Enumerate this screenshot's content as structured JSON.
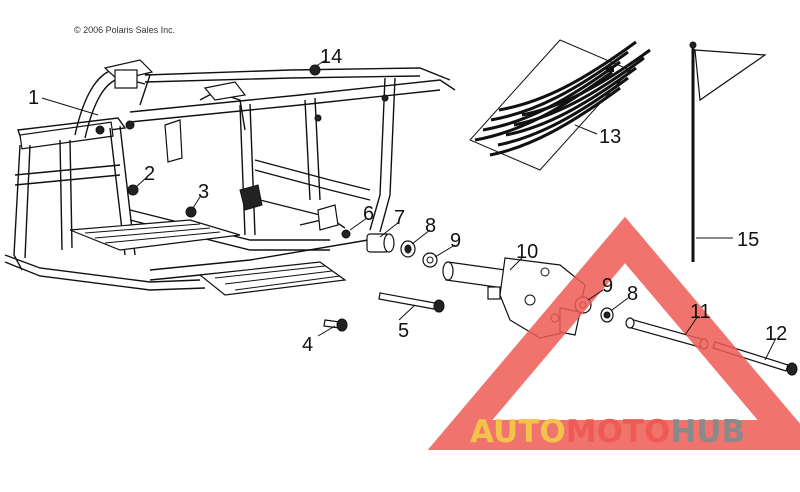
{
  "copyright": "© 2006 Polaris Sales Inc.",
  "callouts": [
    {
      "id": "1",
      "label": "1"
    },
    {
      "id": "2",
      "label": "2"
    },
    {
      "id": "3",
      "label": "3"
    },
    {
      "id": "4",
      "label": "4"
    },
    {
      "id": "5",
      "label": "5"
    },
    {
      "id": "6",
      "label": "6"
    },
    {
      "id": "7",
      "label": "7"
    },
    {
      "id": "8",
      "label": "8"
    },
    {
      "id": "9",
      "label": "9"
    },
    {
      "id": "10",
      "label": "10"
    },
    {
      "id": "9b",
      "label": "9"
    },
    {
      "id": "8b",
      "label": "8"
    },
    {
      "id": "11",
      "label": "11"
    },
    {
      "id": "12",
      "label": "12"
    },
    {
      "id": "13",
      "label": "13"
    },
    {
      "id": "14",
      "label": "14"
    },
    {
      "id": "15",
      "label": "15"
    }
  ],
  "watermark": {
    "part1": "AUTO",
    "part2": "MOTO",
    "part3": "HUB",
    "color_yellow": "#f2c24a",
    "color_red": "#ee5b55",
    "color_gray": "#8a8a8a"
  }
}
